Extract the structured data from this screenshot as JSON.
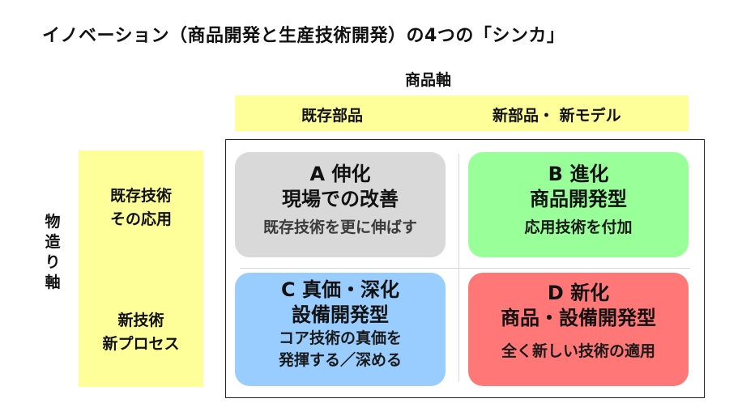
{
  "title": "イノベーション（商品開発と生産技術開発）の4つの「シンカ」",
  "x_axis": {
    "label": "商品軸",
    "columns": [
      "既存部品",
      "新部品・ 新モデル"
    ]
  },
  "y_axis": {
    "label_chars": [
      "物",
      "造",
      "り",
      "軸"
    ],
    "rows": [
      {
        "lines": [
          "既存技術",
          "その応用"
        ]
      },
      {
        "lines": [
          "新技術",
          "新プロセス"
        ]
      }
    ]
  },
  "quadrants": {
    "a": {
      "heading": "A  伸化",
      "name": "現場での改善",
      "desc": [
        "既存技術を更に伸ばす"
      ]
    },
    "b": {
      "heading": "B  進化",
      "name": "商品開発型",
      "desc": [
        "応用技術を付加"
      ]
    },
    "c": {
      "heading": "C  真価・深化",
      "name": "設備開発型",
      "desc": [
        "コア技術の真価を",
        "発揮する／深める"
      ]
    },
    "d": {
      "heading": "D  新化",
      "name": "商品・設備開発型",
      "desc": [
        "全く新しい技術の適用"
      ]
    }
  },
  "colors": {
    "axis_band": "#ffff99",
    "quadrant_a": "#d9d9d9",
    "quadrant_b": "#99ff99",
    "quadrant_c": "#99ccff",
    "quadrant_d": "#ff7777"
  }
}
